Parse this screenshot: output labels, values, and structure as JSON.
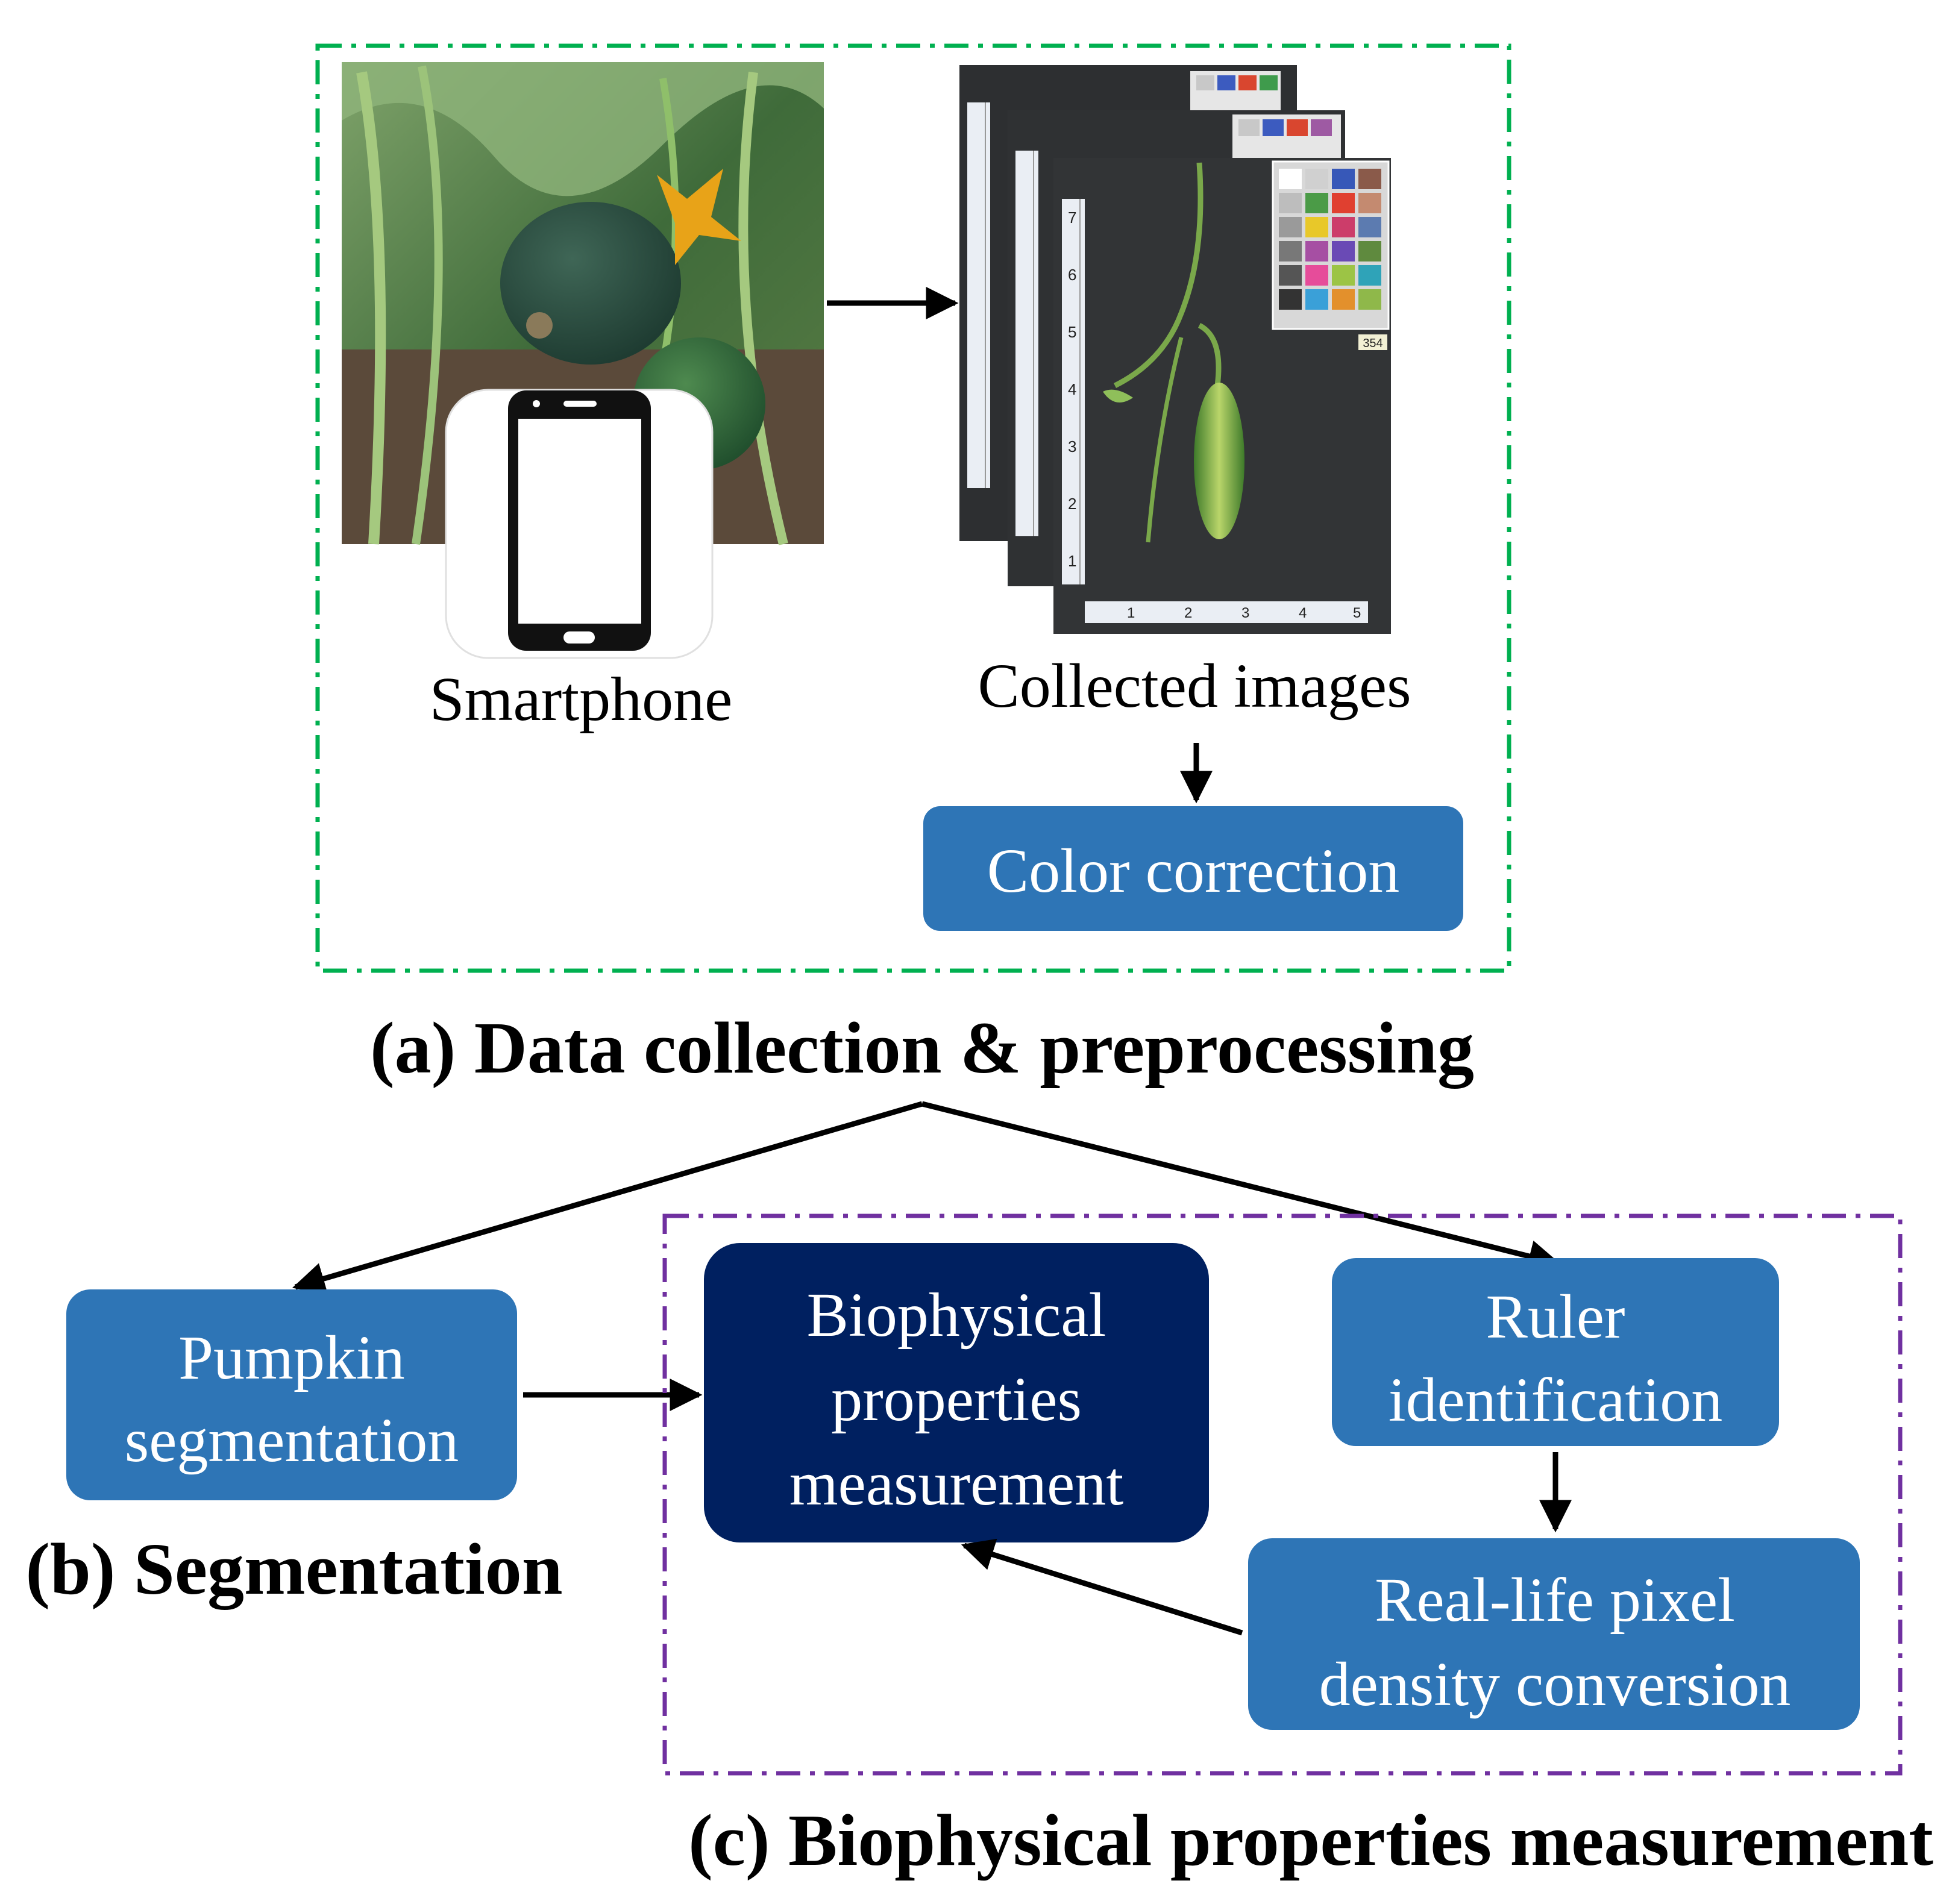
{
  "sections": {
    "a": {
      "title": "(a) Data collection & preprocessing"
    },
    "b": {
      "title": "(b) Segmentation"
    },
    "c": {
      "title": "(c) Biophysical properties measurement"
    }
  },
  "labels": {
    "smartphone": "Smartphone",
    "collected_images": "Collected images"
  },
  "boxes": {
    "color_correction": "Color correction",
    "pumpkin_seg_line1": "Pumpkin",
    "pumpkin_seg_line2": "segmentation",
    "bio_line1": "Biophysical",
    "bio_line2": "properties",
    "bio_line3": "measurement",
    "ruler_line1": "Ruler",
    "ruler_line2": "identification",
    "realpix_line1": "Real-life pixel",
    "realpix_line2": "density conversion"
  },
  "ruler_ticks": [
    "1",
    "2",
    "3",
    "4",
    "5",
    "6",
    "7"
  ],
  "tag_number": "354",
  "colors": {
    "box_blue": "#2E75B6",
    "box_navy": "#002060",
    "green_dash": "#00B050",
    "purple_dash": "#7030A0",
    "arrow": "#000000"
  }
}
